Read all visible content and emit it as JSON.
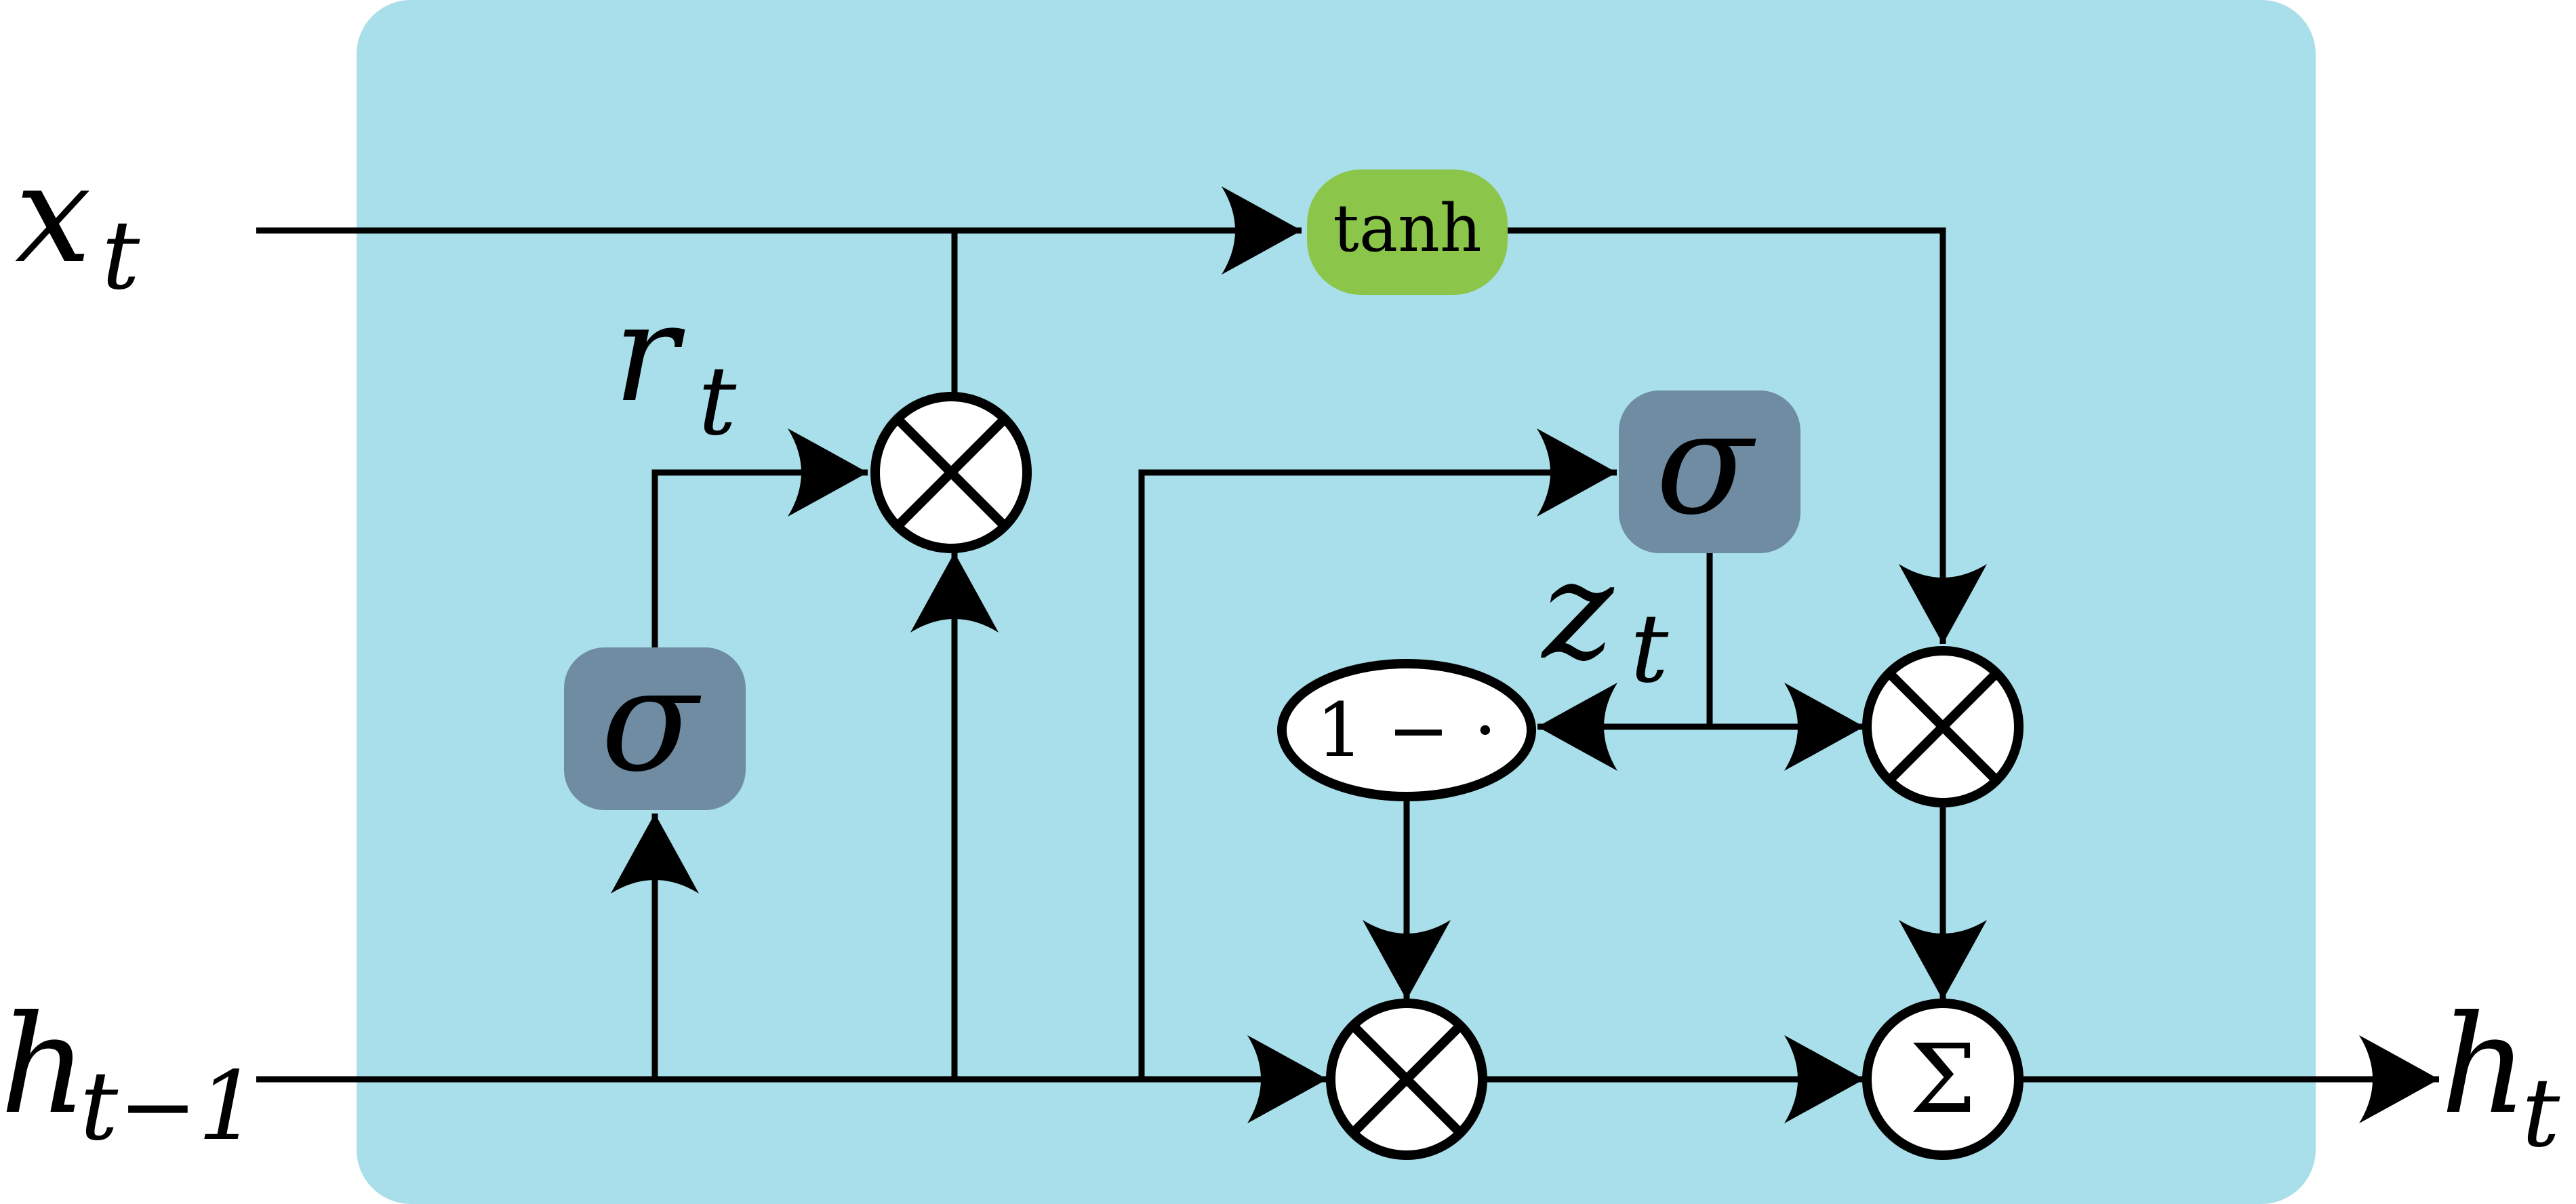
{
  "colors": {
    "cell_background": "#a9dfea",
    "sigmoid_gate": "#6f8ca3",
    "tanh_gate": "#8bc64a",
    "wire": "#000000",
    "node_fill": "#ffffff"
  },
  "labels": {
    "x_t": {
      "base": "x",
      "sub": "t"
    },
    "h_prev": {
      "base": "h",
      "sub": "t−1"
    },
    "h_t": {
      "base": "h",
      "sub": "t"
    },
    "r_t": {
      "base": "r",
      "sub": "t"
    },
    "z_t": {
      "base": "z",
      "sub": "t"
    }
  },
  "gates": {
    "sigma_reset": "σ",
    "sigma_update": "σ",
    "tanh": "tanh",
    "one_minus": "1 − ·",
    "sum": "Σ"
  },
  "icons": {
    "multiply": "multiply-icon",
    "sum": "sum-icon",
    "arrowhead": "arrowhead-icon"
  }
}
